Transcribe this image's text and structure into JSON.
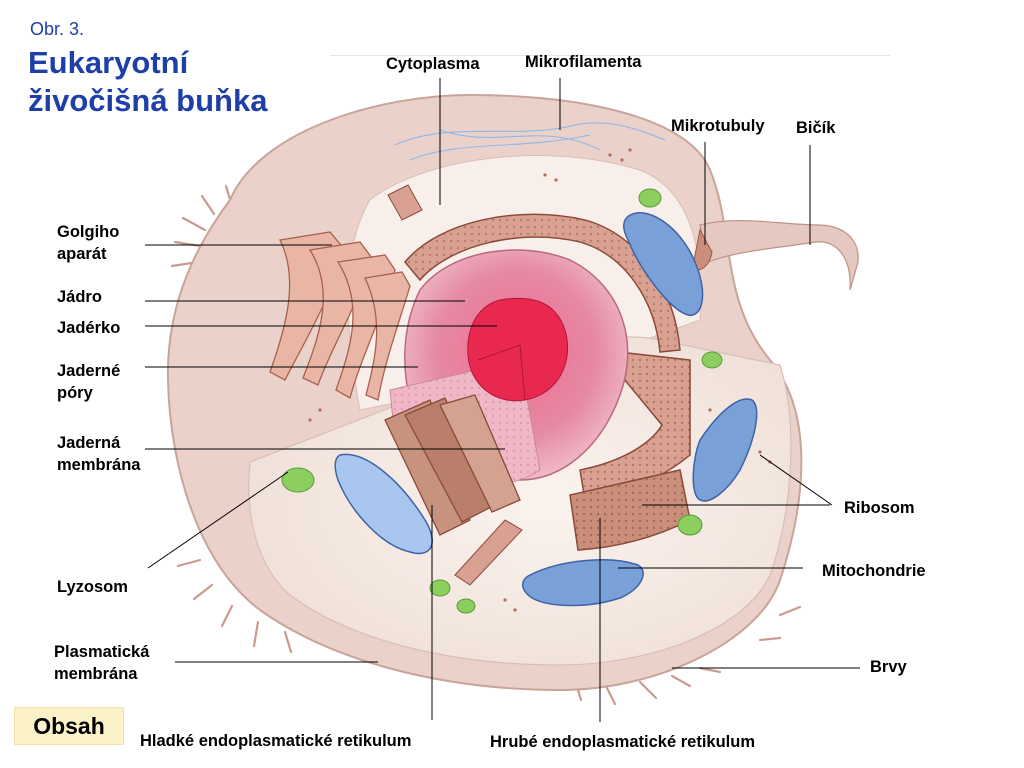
{
  "figure_number": "Obr. 3.",
  "title": "Eukaryotní\nživočišná buňka",
  "labels": {
    "cytoplasma": "Cytoplasma",
    "mikrofilamenta": "Mikrofilamenta",
    "mikrotubuly": "Mikrotubuly",
    "bicik": "Bičík",
    "golgiho": "Golgiho\naparát",
    "jadro": "Jádro",
    "jaderko": "Jadérko",
    "jaderne_pory": "Jaderné\npóry",
    "jaderna_membrana": "Jaderná\nmembrána",
    "ribosom": "Ribosom",
    "mitochondrie": "Mitochondrie",
    "lyzosom": "Lyzosom",
    "plasmaticka_membrana": "Plasmatická\nmembrána",
    "brvy": "Brvy",
    "hladke_er": "Hladké endoplasmatické retikulum",
    "hrube_er": "Hrubé endoplasmatické retikulum"
  },
  "nav": {
    "obsah": "Obsah"
  },
  "colors": {
    "title": "#1f3fa8",
    "membrane": "#e8cfc7",
    "cytoplasm": "#f6ebe4",
    "nucleus": "#e26a8a",
    "nucleolus": "#e8284f",
    "organelle": "#c98f7a",
    "mitochondria": "#7aa0d8",
    "lysosome": "#8ccf5f",
    "obsah_bg": "#fbf2c8"
  }
}
